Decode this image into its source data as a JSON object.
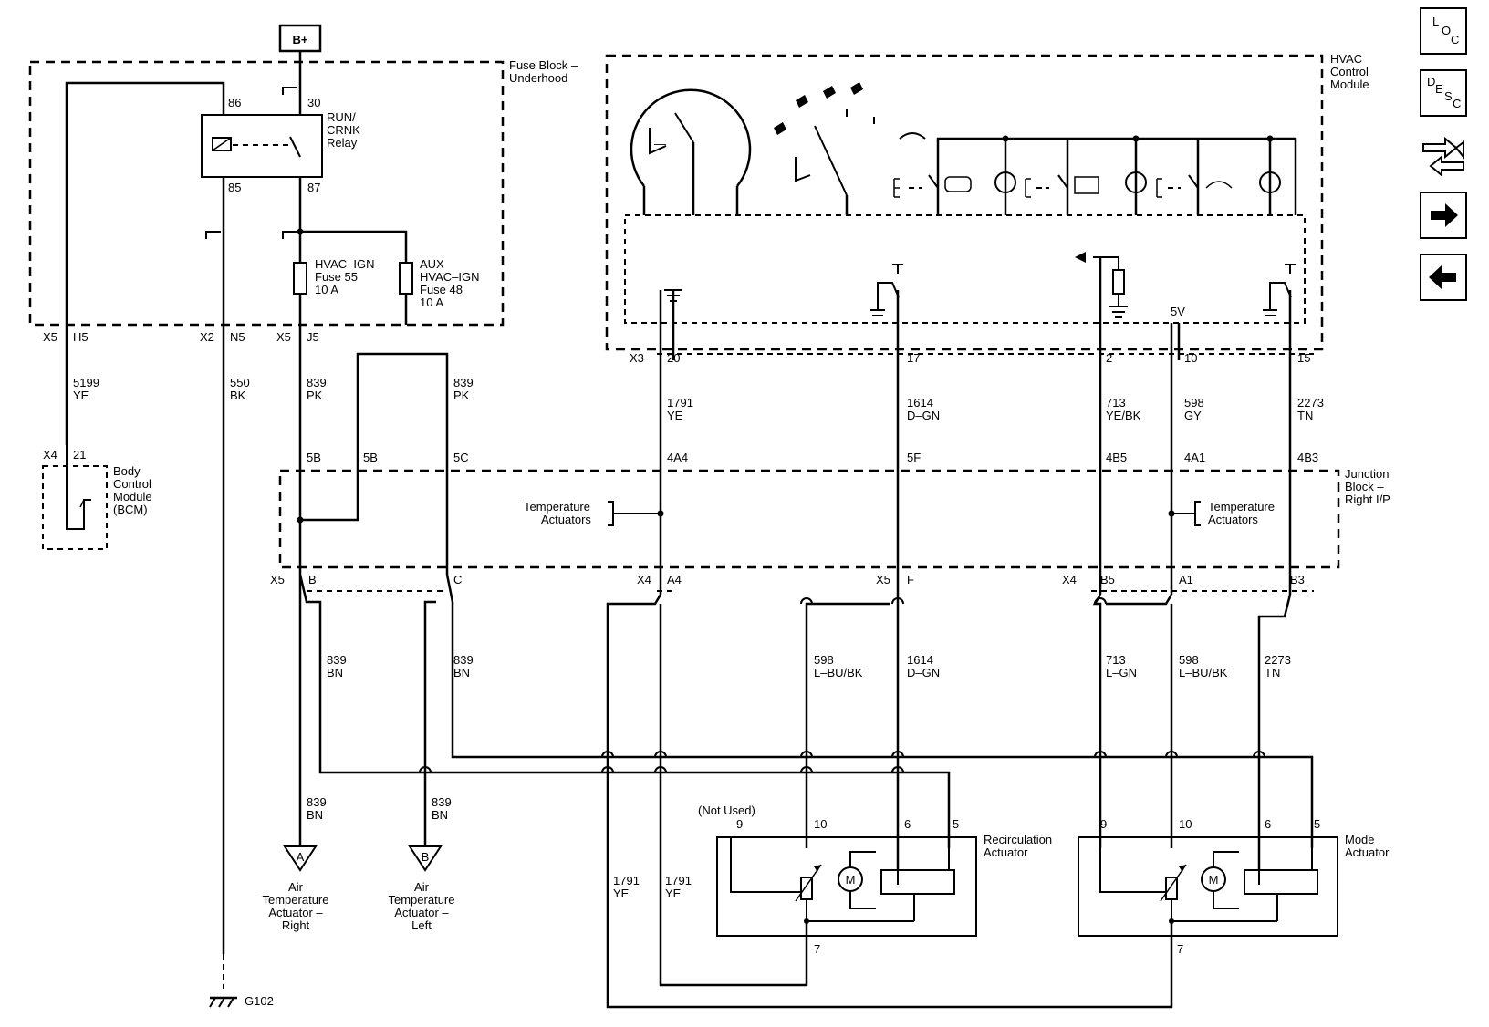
{
  "terminal_bplus": "B+",
  "fuse_block": {
    "title_line1": "Fuse Block –",
    "title_line2": "Underhood",
    "relay_pin_86": "86",
    "relay_pin_30": "30",
    "relay_pin_85": "85",
    "relay_pin_87": "87",
    "relay_name_line1": "RUN/",
    "relay_name_line2": "CRNK",
    "relay_name_line3": "Relay",
    "fuse55_line1": "HVAC–IGN",
    "fuse55_line2": "Fuse 55",
    "fuse55_line3": "10 A",
    "fuse48_line1": "AUX",
    "fuse48_line2": "HVAC–IGN",
    "fuse48_line3": "Fuse 48",
    "fuse48_line4": "10 A"
  },
  "connectors": {
    "x5": "X5",
    "h5": "H5",
    "x2": "X2",
    "n5": "N5",
    "j5": "J5",
    "x4": "X4",
    "pin21": "21",
    "x3": "X3",
    "p20": "20",
    "p17": "17",
    "p2": "2",
    "p10": "10",
    "p15": "15",
    "jb_5b_a": "5B",
    "jb_5b_b": "5B",
    "jb_5c": "5C",
    "jb_4a4": "4A4",
    "jb_5f": "5F",
    "jb_4b5": "4B5",
    "jb_4a1": "4A1",
    "jb_4b3": "4B3",
    "b": "B",
    "c": "C",
    "a4": "A4",
    "f": "F",
    "b5": "B5",
    "a1": "A1",
    "b3": "B3",
    "x5b": "X5",
    "x4b": "X4",
    "x5c": "X5",
    "x4c": "X4"
  },
  "wires": {
    "w5199_num": "5199",
    "w5199_col": "YE",
    "w550_num": "550",
    "w550_col": "BK",
    "w839a_num": "839",
    "w839a_col": "PK",
    "w839b_num": "839",
    "w839b_col": "PK",
    "w1791_num": "1791",
    "w1791_col": "YE",
    "w1614_num": "1614",
    "w1614_col": "D–GN",
    "w713_num": "713",
    "w713_col": "YE/BK",
    "w598_num": "598",
    "w598_col": "GY",
    "w2273_num": "2273",
    "w2273_col": "TN",
    "w839c_num": "839",
    "w839c_col": "BN",
    "w839d_num": "839",
    "w839d_col": "BN",
    "w598b_num": "598",
    "w598b_col": "L–BU/BK",
    "w1614b_num": "1614",
    "w1614b_col": "D–GN",
    "w713b_num": "713",
    "w713b_col": "L–GN",
    "w598c_num": "598",
    "w598c_col": "L–BU/BK",
    "w2273b_num": "2273",
    "w2273b_col": "TN",
    "w839e_num": "839",
    "w839e_col": "BN",
    "w839f_num": "839",
    "w839f_col": "BN",
    "w1791b_num": "1791",
    "w1791b_col": "YE",
    "w1791c_num": "1791",
    "w1791c_col": "YE"
  },
  "bcm": {
    "line1": "Body",
    "line2": "Control",
    "line3": "Module",
    "line4": "(BCM)"
  },
  "hvac": {
    "line1": "HVAC",
    "line2": "Control",
    "line3": "Module",
    "five_v": "5V"
  },
  "junction_block": {
    "line1": "Junction",
    "line2": "Block –",
    "line3": "Right I/P",
    "temp_left_line1": "Temperature",
    "temp_left_line2": "Actuators",
    "temp_right_line1": "Temperature",
    "temp_right_line2": "Actuators"
  },
  "recirc": {
    "line1": "Recirculation",
    "line2": "Actuator",
    "not_used": "(Not Used)",
    "p9": "9",
    "p10": "10",
    "p6": "6",
    "p5": "5",
    "p7": "7",
    "motor": "M"
  },
  "mode": {
    "line1": "Mode",
    "line2": "Actuator",
    "p9": "9",
    "p10": "10",
    "p6": "6",
    "p5": "5",
    "p7": "7",
    "motor": "M"
  },
  "actuator_right": {
    "letter": "A",
    "line1": "Air",
    "line2": "Temperature",
    "line3": "Actuator –",
    "line4": "Right"
  },
  "actuator_left": {
    "letter": "B",
    "line1": "Air",
    "line2": "Temperature",
    "line3": "Actuator –",
    "line4": "Left"
  },
  "ground_label": "G102",
  "nav": {
    "loc_l": "L",
    "loc_o": "O",
    "loc_c": "C",
    "desc_d": "D",
    "desc_e": "E",
    "desc_s": "S",
    "desc_c": "C"
  }
}
